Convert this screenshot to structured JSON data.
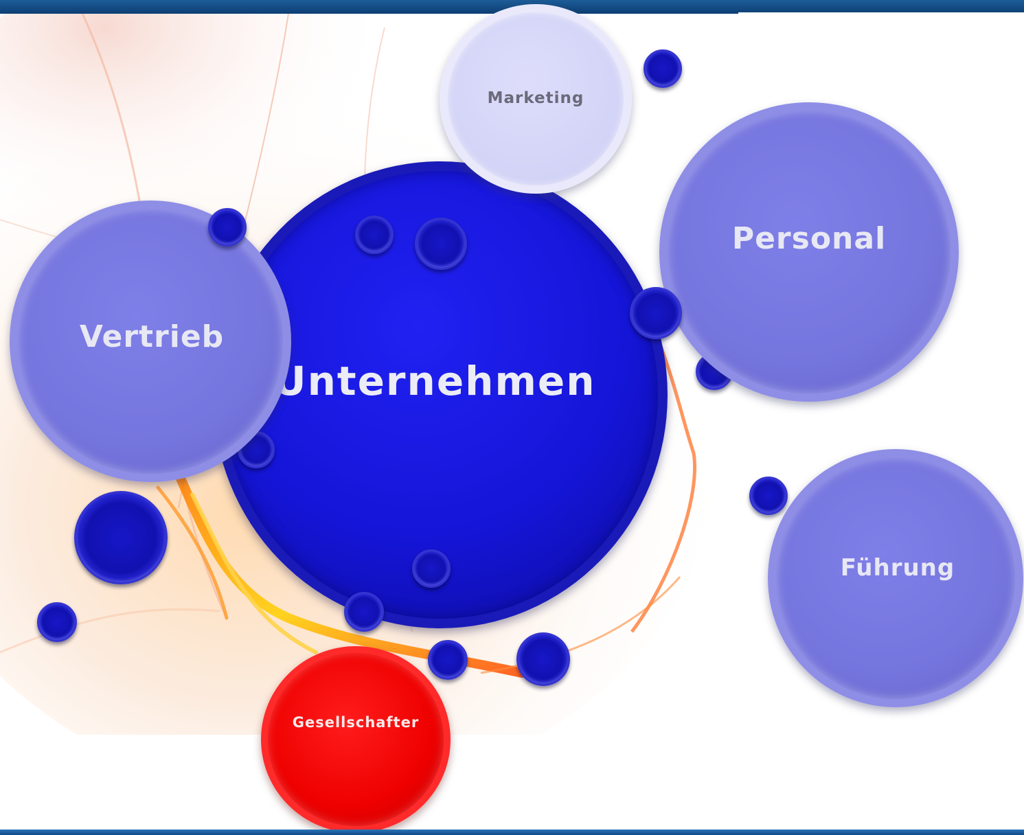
{
  "diagram": {
    "center_label": "Unternehmen",
    "nodes": {
      "marketing": "Marketing",
      "personal": "Personal",
      "vertrieb": "Vertrieb",
      "fuehrung": "Führung",
      "gesellschafter": "Gesellschafter"
    }
  },
  "colors": {
    "header_bar": "#0d3f73",
    "center_sphere": "#1a1ad8",
    "node_lavender": "#7a7ae4",
    "node_pale": "#d6d6f8",
    "node_red": "#ee0000",
    "decorative_dot": "#1414b8",
    "label_light": "#e8e8f4",
    "label_dark": "#6a6a7a"
  }
}
